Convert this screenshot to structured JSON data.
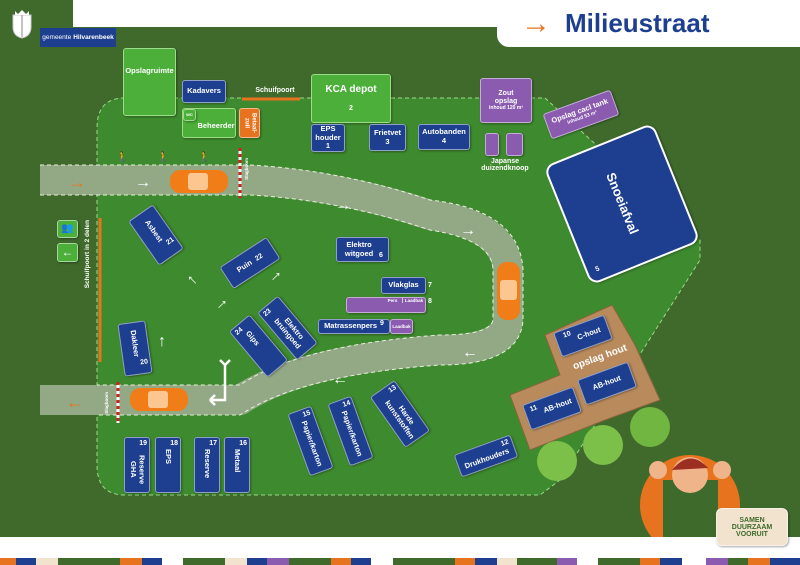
{
  "header": {
    "title": "Milieustraat",
    "arrow_icon": "arrow-right",
    "municipality_prefix": "gemeente",
    "municipality_name": "Hilvarenbeek"
  },
  "colors": {
    "blue": "#1e3f8f",
    "orange": "#e8731f",
    "green": "#4caf3a",
    "purple": "#8b5bb0",
    "dark_green": "#3f6a2c"
  },
  "facilities": {
    "opslagruimte": "Opslagruimte",
    "kadavers": "Kadavers",
    "beheerder": "Beheerder",
    "wc": "WC",
    "betaalzuil": "Betaal-zuil",
    "schuifpoort": "Schuifpoort",
    "kca": {
      "label": "KCA depot",
      "num": "2"
    },
    "eps_houder": {
      "label": "EPS houder",
      "num": "1"
    },
    "frietvet": {
      "label": "Frietvet",
      "num": "3"
    },
    "autobanden": {
      "label": "Autobanden",
      "num": "4"
    },
    "zout": {
      "label": "Zout opslag",
      "sub": "inhoud 120 m³"
    },
    "cacl": {
      "label": "Opslag cacl tank",
      "sub": "inhoud 53 m³"
    },
    "japanse": "Japanse duizendknoop",
    "snoeiafval": {
      "label": "Snoeiafval",
      "num": "5"
    },
    "elektro_witgoed": {
      "label": "Elektro witgoed",
      "num": "6"
    },
    "vlakglas": {
      "label": "Vlakglas",
      "num": "7"
    },
    "row8": {
      "num": "8",
      "pers": "Pers",
      "laadbak": "Laadbak"
    },
    "matrassenpers": {
      "label": "Matrassenpers",
      "num": "9",
      "laadbak": "Laadbak"
    },
    "c_hout": {
      "label": "C-hout",
      "num": "10"
    },
    "opslag_hout": "opslag hout",
    "ab_hout_1": {
      "label": "AB-hout",
      "num": "11"
    },
    "ab_hout_2": {
      "label": "AB-hout"
    },
    "drukhouders": {
      "label": "Drukhouders",
      "num": "12"
    },
    "harde_kunststoffen": {
      "label": "Harde kunststoffen",
      "num": "13"
    },
    "papier_14": {
      "label": "Papier/karton",
      "num": "14"
    },
    "papier_15": {
      "label": "Papier/karton",
      "num": "15"
    },
    "metaal": {
      "label": "Metaal",
      "num": "16"
    },
    "reserve": {
      "label": "Reserve",
      "num": "17"
    },
    "eps": {
      "label": "EPS",
      "num": "18"
    },
    "reserve_gha": {
      "label": "Reserve GHA",
      "num": "19"
    },
    "dakleer": {
      "label": "Dakleer",
      "num": "20"
    },
    "asbest": {
      "label": "Asbest",
      "num": "21"
    },
    "puin": {
      "label": "Puin",
      "num": "22"
    },
    "elektro_bruingoed": {
      "label": "Elektro bruingoed",
      "num": "23"
    },
    "gips": {
      "label": "Gips",
      "num": "24"
    }
  },
  "gates": {
    "slagboom": "Slagboom",
    "schuifpoort_2": "Schuifpoort in 2 delen"
  },
  "brand": {
    "line1": "SAMEN",
    "line2": "DUURZAAM",
    "line3": "VOORUIT"
  }
}
